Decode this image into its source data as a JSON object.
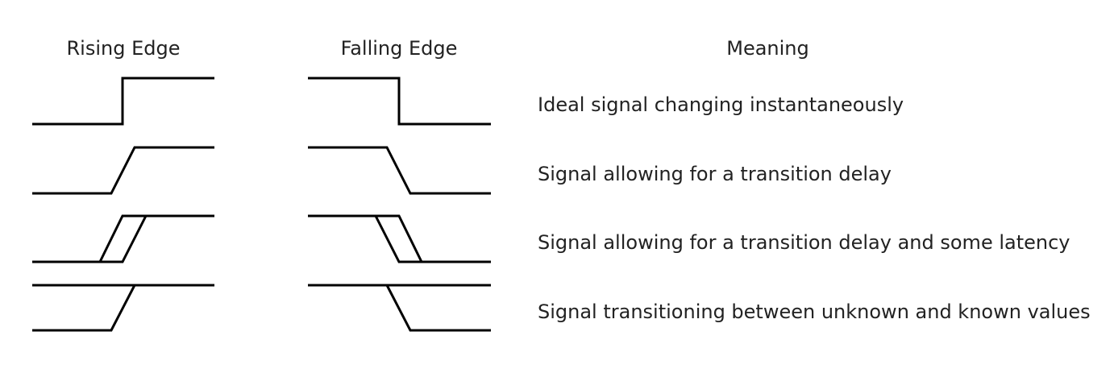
{
  "headers": {
    "rising": "Rising Edge",
    "falling": "Falling Edge",
    "meaning": "Meaning"
  },
  "rows": [
    {
      "kind": "ideal",
      "meaning": "Ideal signal changing instantaneously"
    },
    {
      "kind": "delay",
      "meaning": "Signal allowing for a transition delay"
    },
    {
      "kind": "delay-latency",
      "meaning": "Signal allowing for a transition delay and some latency"
    },
    {
      "kind": "unknown-known",
      "meaning": "Signal transitioning between unknown and known values"
    }
  ],
  "colors": {
    "waveform": "#000000",
    "text": "#222222",
    "background": "#ffffff"
  }
}
